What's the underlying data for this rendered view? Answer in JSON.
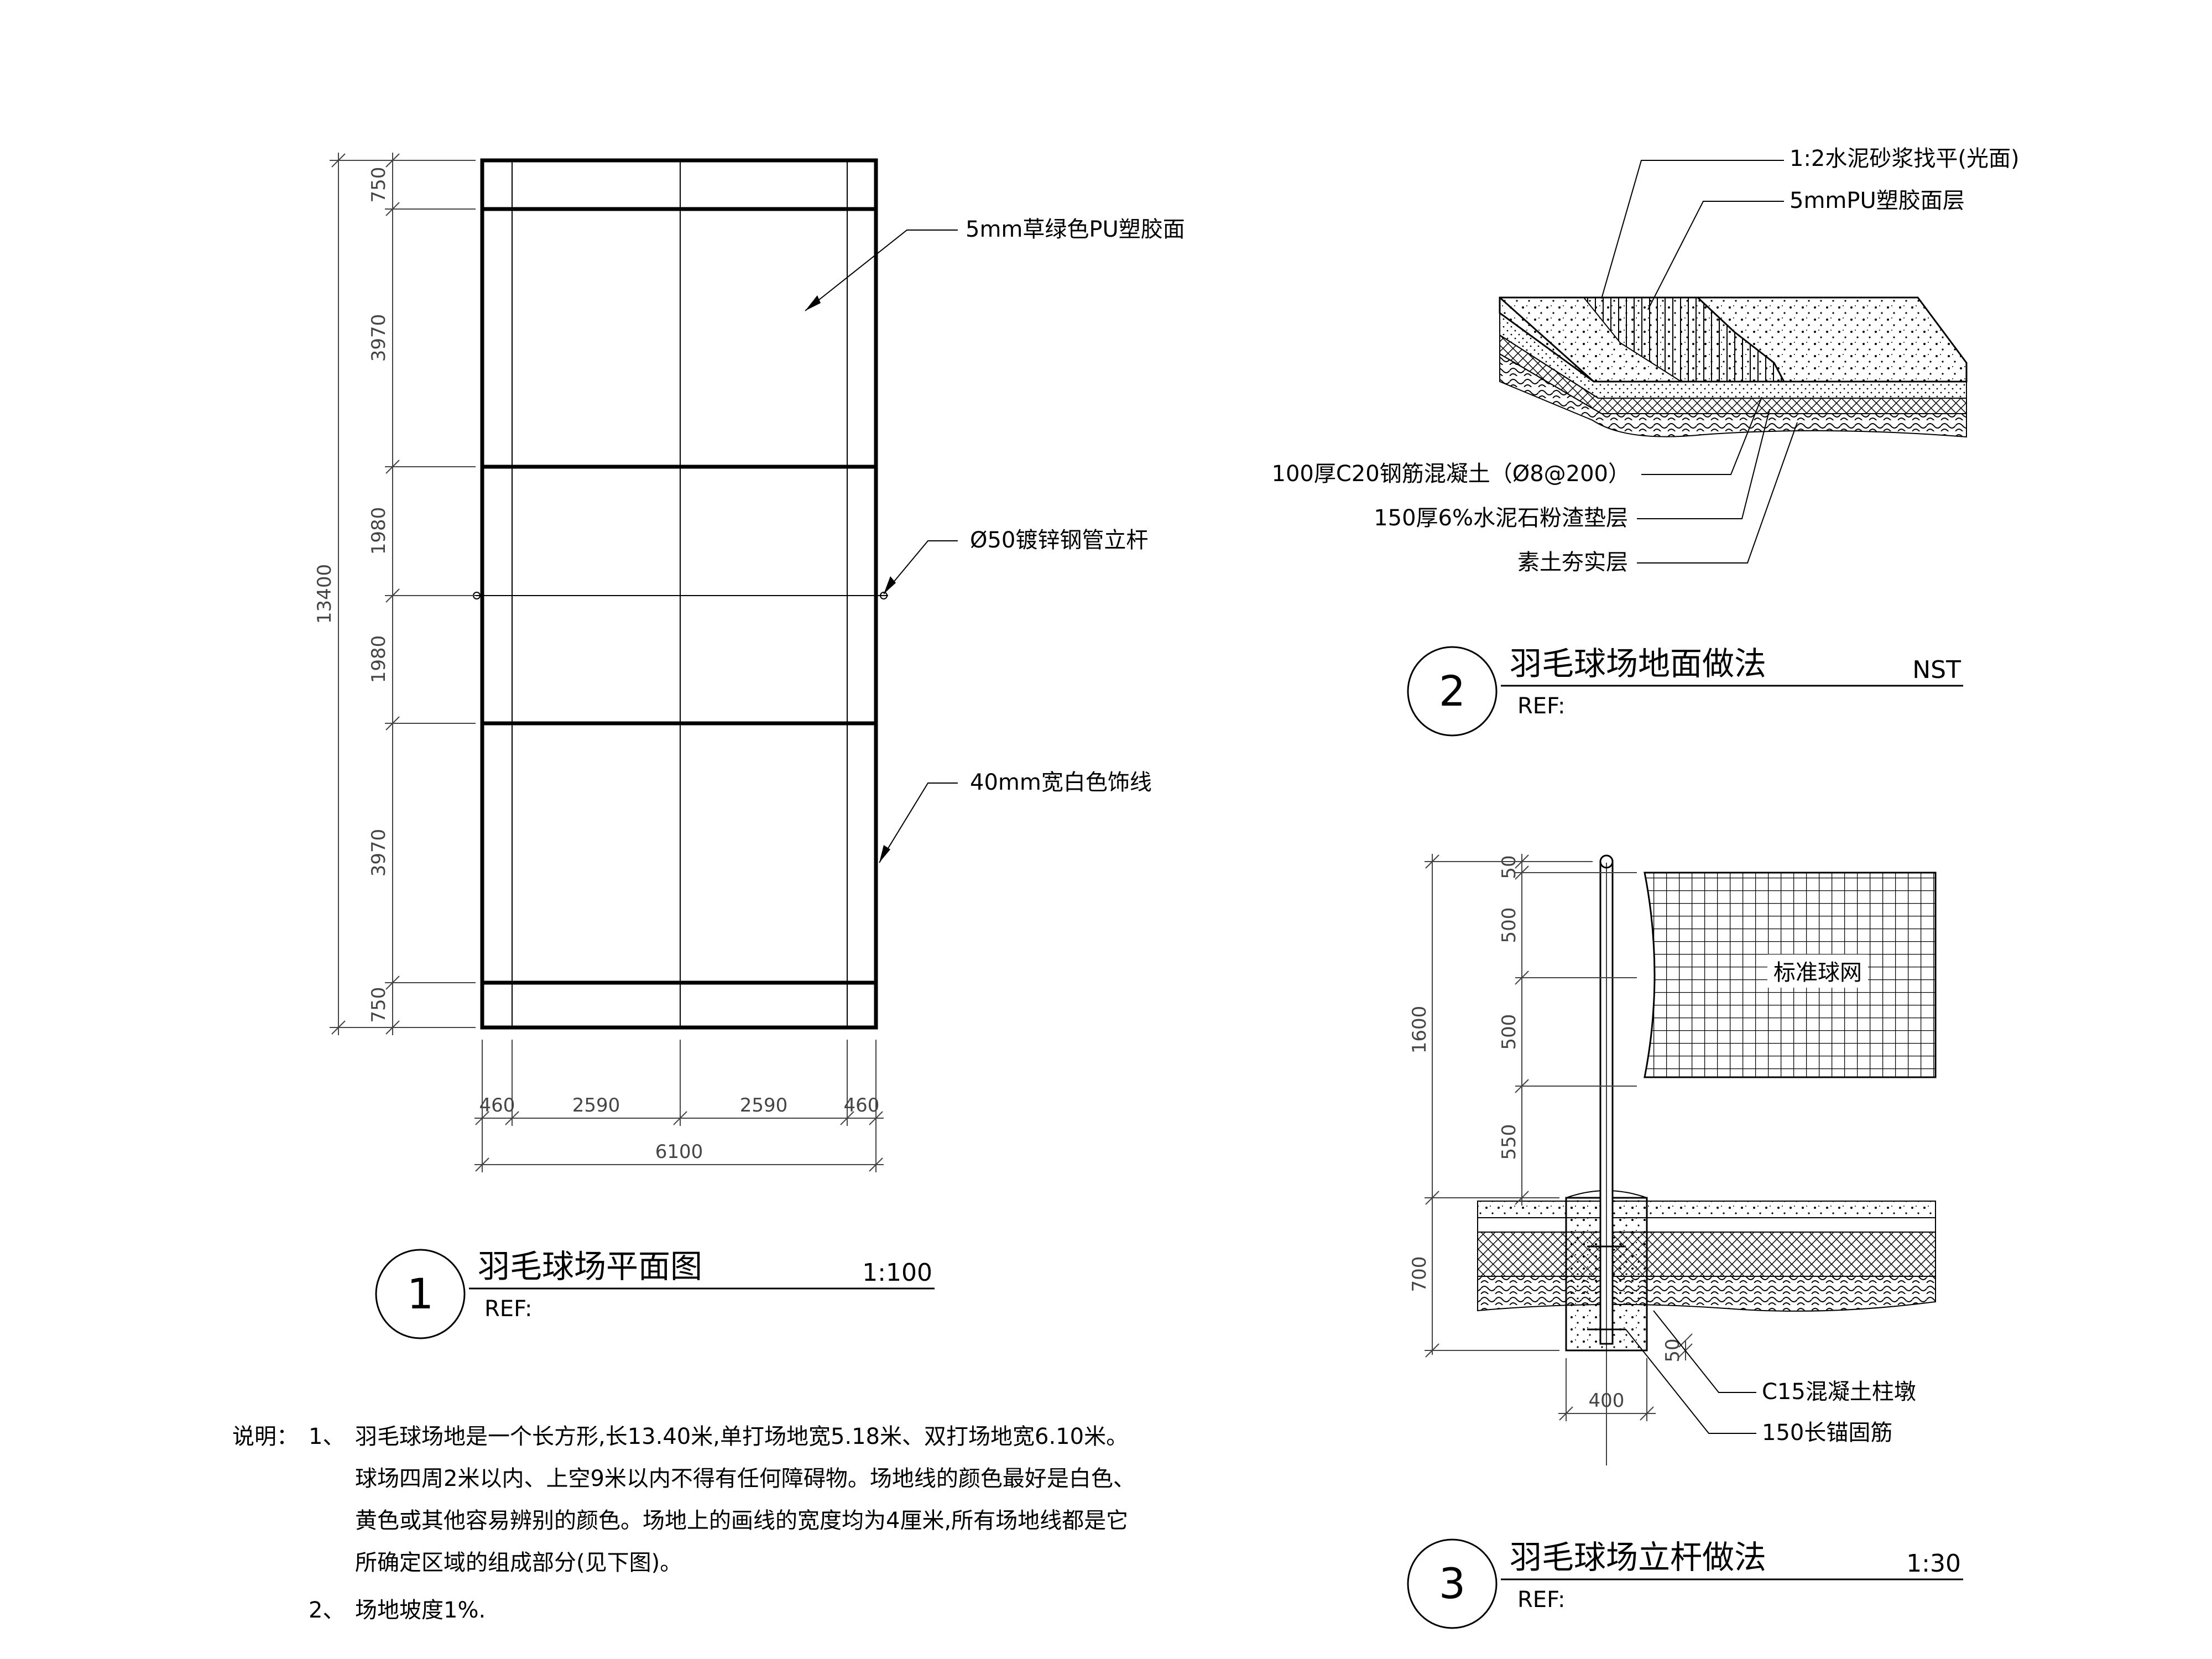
{
  "drawing1": {
    "number": "1",
    "title": "羽毛球场平面图",
    "scale": "1:100",
    "ref": "REF:",
    "dims_vertical": [
      "750",
      "3970",
      "1980",
      "1980",
      "3970",
      "750"
    ],
    "dim_total_vertical": "13400",
    "dims_horizontal": [
      "460",
      "2590",
      "2590",
      "460"
    ],
    "dim_total_horizontal": "6100",
    "callouts": {
      "surface": "5mm草绿色PU塑胶面",
      "post": "Ø50镀锌钢管立杆",
      "line": "40mm宽白色饰线"
    }
  },
  "drawing2": {
    "number": "2",
    "title": "羽毛球场地面做法",
    "scale": "NST",
    "ref": "REF:",
    "layers_top": [
      "1:2水泥砂浆找平(光面)",
      "5mmPU塑胶面层"
    ],
    "layers_bottom": [
      "100厚C20钢筋混凝土（Ø8@200）",
      "150厚6%水泥石粉渣垫层",
      "素土夯实层"
    ]
  },
  "drawing3": {
    "number": "3",
    "title": "羽毛球场立杆做法",
    "scale": "1:30",
    "ref": "REF:",
    "net_label": "标准球网",
    "dims_right": [
      "50",
      "500",
      "500",
      "550"
    ],
    "dim_total_above": "1600",
    "dim_below": "700",
    "dim_base_width": "400",
    "dim_bottom": "50",
    "callouts": [
      "C15混凝土柱墩",
      "150长锚固筋"
    ]
  },
  "notes": {
    "heading": "说明：",
    "items": [
      {
        "num": "1、",
        "lines": [
          "羽毛球场地是一个长方形,长13.40米,单打场地宽5.18米、双打场地宽6.10米。",
          "球场四周2米以内、上空9米以内不得有任何障碍物。场地线的颜色最好是白色、",
          "黄色或其他容易辨别的颜色。场地上的画线的宽度均为4厘米,所有场地线都是它",
          "所确定区域的组成部分(见下图)。"
        ]
      },
      {
        "num": "2、",
        "lines": [
          "场地坡度1%."
        ]
      }
    ]
  },
  "colors": {
    "line": "#000000",
    "dim": "#444444"
  }
}
